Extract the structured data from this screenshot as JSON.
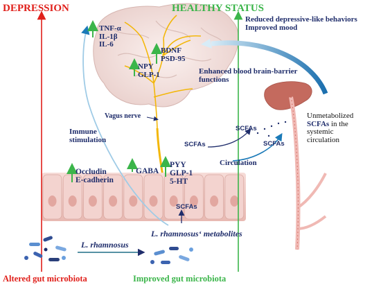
{
  "header": {
    "left_title": "DEPRESSION",
    "right_title": "HEALTHY STATUS"
  },
  "outcomes": {
    "line1": "Reduced depressive-like behaviors",
    "line2": "Improved mood"
  },
  "cytokines": [
    "TNF-α",
    "IL-1β",
    "IL-6"
  ],
  "brain_factors": [
    "BDNF",
    "PSD-95"
  ],
  "brain_hormones": [
    "NPY",
    "GLP-1"
  ],
  "bbb": {
    "line1": "Enhanced blood brain-barrier",
    "line2": "functions"
  },
  "vagus_label": "Vagus nerve",
  "immune": {
    "line1": "Immune",
    "line2": "stimulation"
  },
  "tight_junctions": [
    "Occludin",
    "E-cadherin"
  ],
  "gaba_label": "GABA",
  "gut_hormones": [
    "PYY",
    "GLP-1",
    "5-HT"
  ],
  "scfa": {
    "label": "SCFAs",
    "circ_label": "Circulation",
    "unmetab": {
      "line1": "Unmetabolized",
      "line2_bold": "SCFAs",
      "line2_rest": " in the",
      "line3": "systemic",
      "line4": "circulation"
    }
  },
  "metabolites_label": "L. rhamnosus‘ metabolites",
  "probiotic_label": "L. rhamnosus",
  "bottom": {
    "altered": "Altered gut microbiota",
    "improved": "Improved gut microbiota"
  },
  "colors": {
    "depression_red": "#e0201b",
    "healthy_green": "#3bb54a",
    "label_navy": "#1f2d6b",
    "arrow_blue": "#1b7ab8",
    "nerve_yellow": "#f3b70a",
    "gut_pink": "#efc9c4"
  }
}
